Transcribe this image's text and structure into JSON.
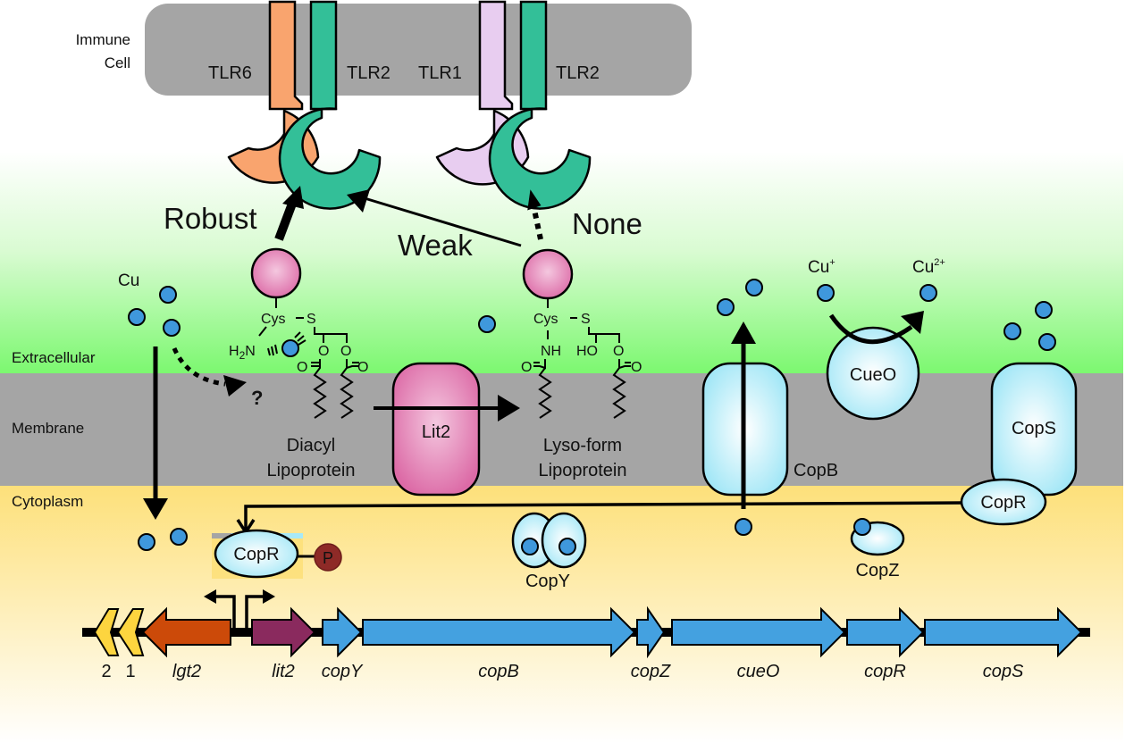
{
  "figure": {
    "regions": {
      "immune_cell": "Immune\nCell",
      "extracellular": "Extracellular",
      "membrane": "Membrane",
      "cytoplasm": "Cytoplasm"
    },
    "receptors": [
      {
        "name": "TLR6",
        "color": "#f9a46e"
      },
      {
        "name": "TLR2",
        "color": "#33bf98"
      },
      {
        "name": "TLR1",
        "color": "#e8cdf0"
      },
      {
        "name": "TLR2",
        "color": "#33bf98"
      }
    ],
    "responses": {
      "robust": "Robust",
      "weak": "Weak",
      "none": "None"
    },
    "copper": {
      "cu": "Cu",
      "cu_plus": "Cu",
      "cu_plus_charge": "+",
      "cu2_plus": "Cu",
      "cu2_plus_charge": "2+",
      "unknown_fate": "?"
    },
    "lipoproteins": {
      "diacyl": {
        "line1": "Diacyl",
        "line2": "Lipoprotein",
        "cys": "Cys",
        "s": "S",
        "h2n": "H",
        "h2n_sub": "2",
        "h2n_n": "N",
        "o1": "O",
        "o2": "O",
        "co1": "O",
        "co2": "O"
      },
      "lyso": {
        "line1": "Lyso-form",
        "line2": "Lipoprotein",
        "cys": "Cys",
        "s": "S",
        "nh": "NH",
        "ho": "HO",
        "o": "O",
        "co1": "O",
        "co2": "O"
      }
    },
    "proteins": {
      "lit2": "Lit2",
      "copb": "CopB",
      "cueo": "CueO",
      "cops": "CopS",
      "copr_membrane": "CopR",
      "copr_dna": "CopR",
      "phospho": "P",
      "copy": "CopY",
      "copz": "CopZ"
    },
    "genes": [
      {
        "label": "2",
        "color": "#fdd53f",
        "direction": "left"
      },
      {
        "label": "1",
        "color": "#fdd53f",
        "direction": "left"
      },
      {
        "label": "lgt2",
        "color": "#cc4a09",
        "direction": "left"
      },
      {
        "label": "lit2",
        "color": "#8a2a5e",
        "direction": "right"
      },
      {
        "label": "copY",
        "color": "#44a1e0",
        "direction": "right"
      },
      {
        "label": "copB",
        "color": "#44a1e0",
        "direction": "right"
      },
      {
        "label": "copZ",
        "color": "#44a1e0",
        "direction": "right"
      },
      {
        "label": "cueO",
        "color": "#44a1e0",
        "direction": "right"
      },
      {
        "label": "copR",
        "color": "#44a1e0",
        "direction": "right"
      },
      {
        "label": "copS",
        "color": "#44a1e0",
        "direction": "right"
      }
    ],
    "colors": {
      "immune_cell": "#a5a5a5",
      "membrane": "#a5a5a5",
      "extracellular_green": "#7cf870",
      "cytoplasm_yellow": "#fde07a",
      "lipoprotein_pink": "#dc6aa6",
      "blue_protein": "#a8e9f7",
      "copper_ion": "#3f98dc",
      "phosphate": "#8e2a27"
    }
  }
}
